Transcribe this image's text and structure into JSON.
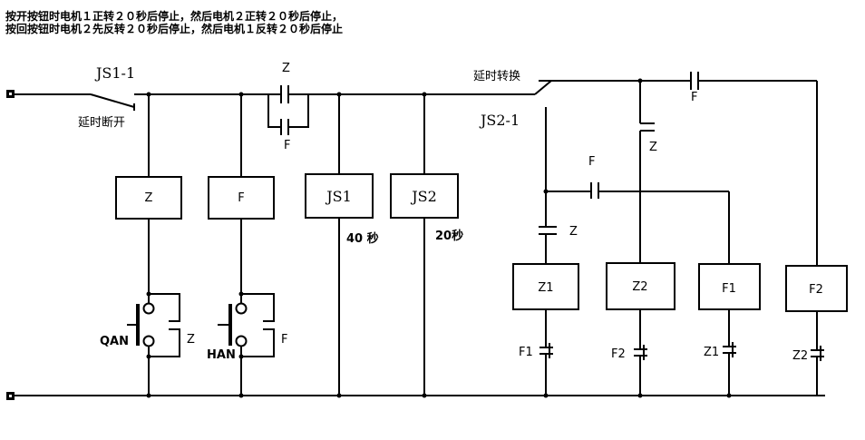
{
  "description": {
    "line1": "按开按钮时电机１正转２０秒后停止，然后电机２正转２０秒后停止，",
    "line2": "按回按钮时电机２先反转２０秒后停止，然后电机１反转２０秒后停止"
  },
  "labels": {
    "js1_contact": "JS1-1",
    "js1_note": "延时断开",
    "z_top": "Z",
    "f_top": "F",
    "js2_note": "延时转换",
    "js2_contact": "JS2-1",
    "f_right": "F",
    "z_mid": "Z",
    "f_mid": "F",
    "z_lower": "Z",
    "qan_label": "QAN",
    "han_label": "HAN",
    "qan_z": "Z",
    "han_f": "F",
    "js1_time": "40 秒",
    "js2_time": "20秒",
    "f1_contact": "F1",
    "f2_contact": "F2",
    "z1_contact": "Z1",
    "z2_contact": "Z2"
  },
  "coils": {
    "z": "Z",
    "f": "F",
    "js1": "JS1",
    "js2": "JS2",
    "z1": "Z1",
    "z2": "Z2",
    "f1": "F1",
    "f2": "F2"
  }
}
